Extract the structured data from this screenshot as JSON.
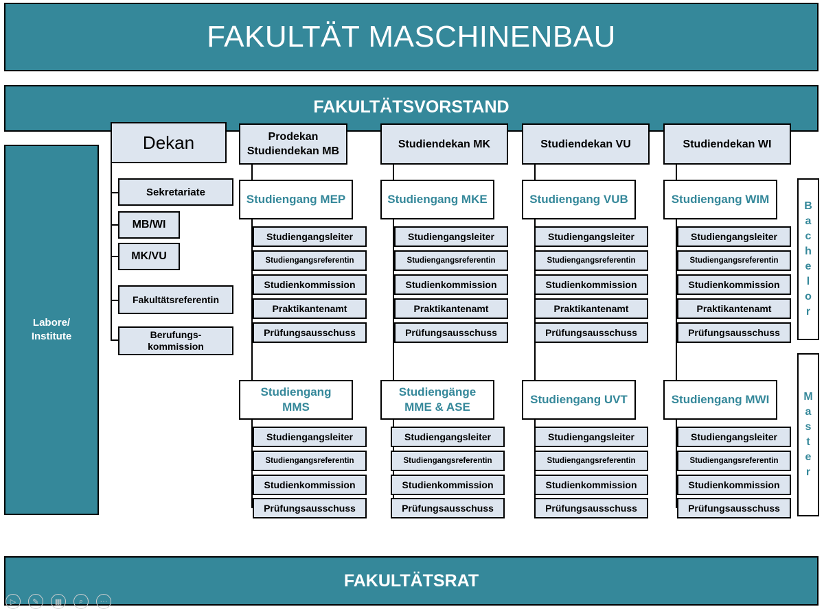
{
  "title": "FAKULTÄT MASCHINENBAU",
  "vorstand": "FAKULTÄTSVORSTAND",
  "rat": "FAKULTÄTSRAT",
  "labore": [
    "Labore/",
    "Institute"
  ],
  "dekan": {
    "title": "Dekan",
    "items": {
      "sekretariate": "Sekretariate",
      "mbwi": "MB/WI",
      "mkvu": "MK/VU",
      "fakref": "Fakultätsreferentin",
      "berufung": [
        "Berufungs-",
        "kommission"
      ]
    }
  },
  "columns": [
    {
      "header": [
        "Prodekan",
        "Studiendekan MB"
      ],
      "bachelor": {
        "name": [
          "Studiengang MEP"
        ]
      },
      "master": {
        "name": [
          "Studiengang",
          "MMS"
        ]
      }
    },
    {
      "header": [
        "Studiendekan MK"
      ],
      "bachelor": {
        "name": [
          "Studiengang MKE"
        ]
      },
      "master": {
        "name": [
          "Studiengänge",
          "MME & ASE"
        ]
      }
    },
    {
      "header": [
        "Studiendekan VU"
      ],
      "bachelor": {
        "name": [
          "Studiengang VUB"
        ]
      },
      "master": {
        "name": [
          "Studiengang UVT"
        ]
      }
    },
    {
      "header": [
        "Studiendekan WI"
      ],
      "bachelor": {
        "name": [
          "Studiengang WIM"
        ]
      },
      "master": {
        "name": [
          "Studiengang MWI"
        ]
      }
    }
  ],
  "roles_bachelor": [
    "Studiengangsleiter",
    "Studiengangsreferentin",
    "Studienkommission",
    "Praktikantenamt",
    "Prüfungsausschuss"
  ],
  "roles_master": [
    "Studiengangsleiter",
    "Studiengangsreferentin",
    "Studienkommission",
    "Prüfungsausschuss"
  ],
  "bachelor_label": "Bachelor",
  "master_label": "Master",
  "toolbar": {
    "icons": [
      "play-icon",
      "pen-icon",
      "slides-icon",
      "zoom-icon",
      "more-icon"
    ],
    "glyphs": [
      "▷",
      "✎",
      "▦",
      "⌕",
      "···"
    ]
  }
}
